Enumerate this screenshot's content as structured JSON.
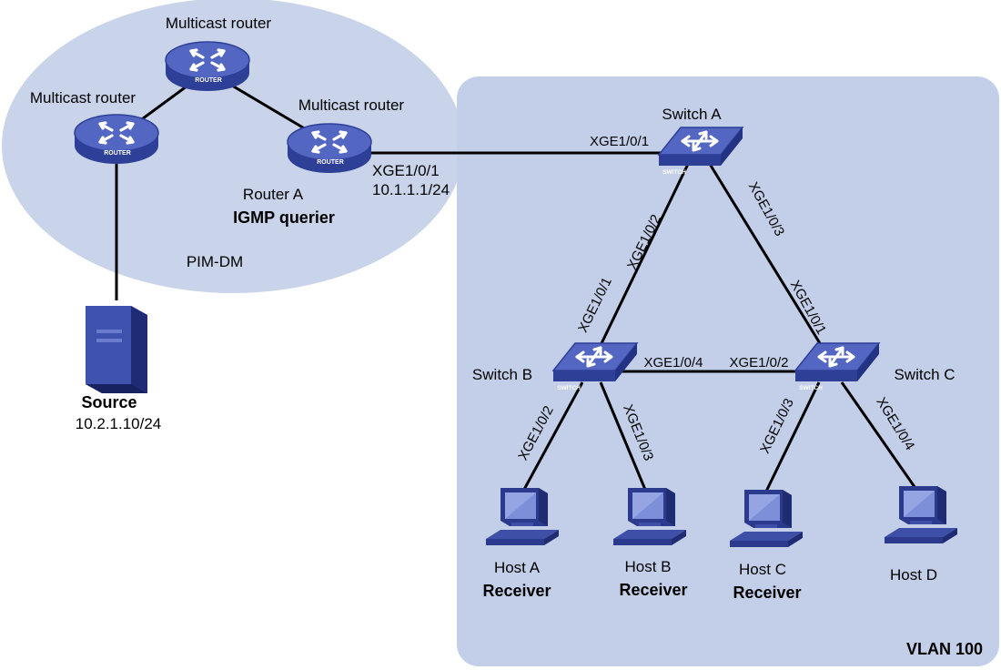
{
  "colors": {
    "pim_zone_fill": "#c9d4eb",
    "vlan_zone_fill": "#c3cfe9",
    "device_blue": "#2d3f97",
    "device_blue_light": "#5367c2",
    "host_dark": "#2b3a8c",
    "host_screen": "#7d8fd8"
  },
  "pim_zone": {
    "label": "PIM-DM"
  },
  "vlan_zone": {
    "label": "VLAN 100"
  },
  "routers": [
    {
      "id": "top",
      "label": "Multicast router",
      "badge": "ROUTER"
    },
    {
      "id": "left",
      "label": "Multicast router",
      "badge": "ROUTER"
    },
    {
      "id": "a",
      "label": "Multicast router",
      "name": "Router A",
      "role": "IGMP querier",
      "badge": "ROUTER"
    }
  ],
  "router_a_port": {
    "port": "XGE1/0/1",
    "ip": "10.1.1.1/24"
  },
  "source": {
    "label": "Source",
    "ip": "10.2.1.10/24"
  },
  "switches": {
    "a": {
      "label": "Switch A",
      "badge": "SWITCH"
    },
    "b": {
      "label": "Switch B",
      "badge": "SWITCH"
    },
    "c": {
      "label": "Switch C",
      "badge": "SWITCH"
    }
  },
  "ports": {
    "swa_to_router": "XGE1/0/1",
    "swa_to_swb": "XGE1/0/2",
    "swa_to_swc": "XGE1/0/3",
    "swb_to_swa": "XGE1/0/1",
    "swb_to_swc": "XGE1/0/4",
    "swc_to_swb": "XGE1/0/2",
    "swc_to_swa": "XGE1/0/1",
    "swb_to_hosta": "XGE1/0/2",
    "swb_to_hostb": "XGE1/0/3",
    "swc_to_hostc": "XGE1/0/3",
    "swc_to_hostd": "XGE1/0/4"
  },
  "hosts": [
    {
      "id": "a",
      "name": "Host A",
      "role": "Receiver"
    },
    {
      "id": "b",
      "name": "Host B",
      "role": "Receiver"
    },
    {
      "id": "c",
      "name": "Host C",
      "role": "Receiver"
    },
    {
      "id": "d",
      "name": "Host D",
      "role": ""
    }
  ]
}
